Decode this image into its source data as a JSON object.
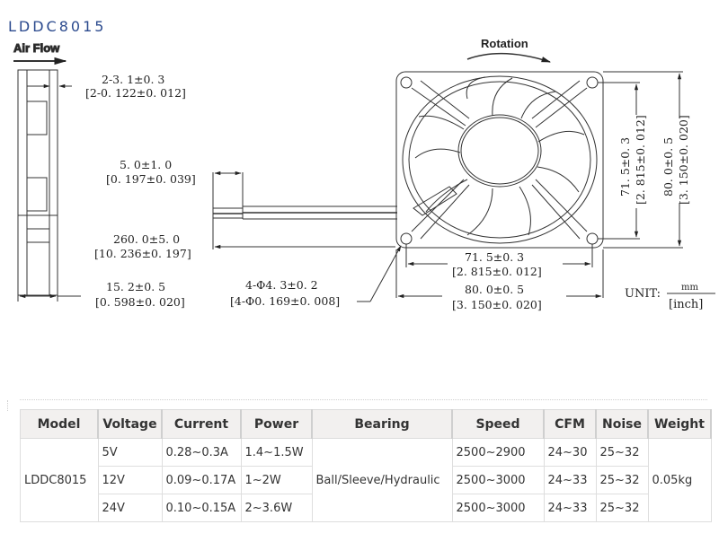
{
  "title": "LDDC8015",
  "drawing": {
    "air_flow_label": "Air Flow",
    "rotation_label": "Rotation",
    "dims": {
      "frame_thickness": {
        "mm": "2-3. 1±0. 3",
        "inch": "[2-0. 122±0. 012]"
      },
      "lead_strip": {
        "mm": "5. 0±1. 0",
        "inch": "[0. 197±0. 039]"
      },
      "lead_length": {
        "mm": "260. 0±5. 0",
        "inch": "[10. 236±0. 197]"
      },
      "depth": {
        "mm": "15. 2±0. 5",
        "inch": "[0. 598±0. 020]"
      },
      "holes": {
        "mm": "4-Φ4. 3±0. 2",
        "inch": "[4-Φ0. 169±0. 008]"
      },
      "hole_pitch_h": {
        "mm": "71. 5±0. 3",
        "inch": "[2. 815±0. 012]"
      },
      "width": {
        "mm": "80. 0±0. 5",
        "inch": "[3. 150±0. 020]"
      },
      "hole_pitch_v": {
        "mm": "71. 5±0. 3",
        "inch": "[2. 815±0. 012]"
      },
      "height": {
        "mm": "80. 0±0. 5",
        "inch": "[3. 150±0. 020]"
      }
    },
    "unit": {
      "label": "UNIT:",
      "numerator": "mm",
      "denominator": "[inch]"
    }
  },
  "table": {
    "headers": [
      "Model",
      "Voltage",
      "Current",
      "Power",
      "Bearing",
      "Speed",
      "CFM",
      "Noise",
      "Weight"
    ],
    "model": "LDDC8015",
    "bearing": "Ball/Sleeve/Hydraulic",
    "weight": "0.05kg",
    "rows": [
      {
        "voltage": "5V",
        "current": "0.28~0.3A",
        "power": "1.4~1.5W",
        "speed": "2500~2900",
        "cfm": "24~30",
        "noise": "25~32"
      },
      {
        "voltage": "12V",
        "current": "0.09~0.17A",
        "power": "1~2W",
        "speed": "2500~3000",
        "cfm": "24~33",
        "noise": "25~32"
      },
      {
        "voltage": "24V",
        "current": "0.10~0.15A",
        "power": "2~3.6W",
        "speed": "2500~3000",
        "cfm": "24~33",
        "noise": "25~32"
      }
    ]
  }
}
